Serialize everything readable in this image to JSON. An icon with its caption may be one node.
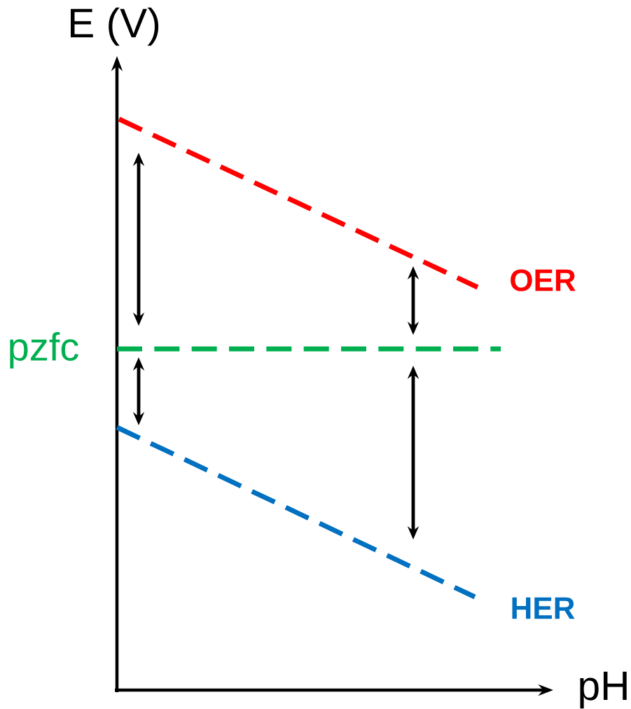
{
  "diagram": {
    "labels": [
      "E (V)",
      "pH",
      "pzfc",
      "OER",
      "HER"
    ]
  }
}
